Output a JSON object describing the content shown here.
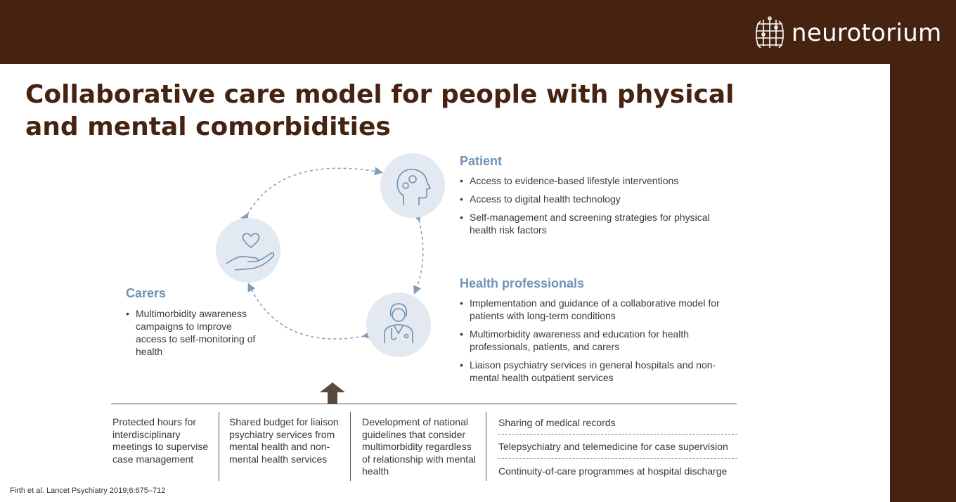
{
  "brand": {
    "name": "neurotorium"
  },
  "title": {
    "line1": "Collaborative care model for people with physical",
    "line2": "and mental comorbidities"
  },
  "diagram": {
    "icons": {
      "patient": "head-with-gears-icon",
      "carers": "heart-in-hand-icon",
      "health_professionals": "doctor-with-stethoscope-icon"
    },
    "colors": {
      "circle_fill": "#e3e9f0",
      "icon_stroke": "#6f8fb3",
      "arrow": "#7f9cbd"
    }
  },
  "patient": {
    "heading": "Patient",
    "items": [
      "Access to evidence-based lifestyle interventions",
      "Access to digital health technology",
      "Self-management and screening strategies for physical health risk factors"
    ]
  },
  "health_professionals": {
    "heading": "Health professionals",
    "items": [
      "Implementation and guidance of a collaborative model for patients with long-term conditions",
      "Multimorbidity awareness and education for health professionals, patients, and carers",
      "Liaison psychiatry services in general hospitals and non-mental health outpatient services"
    ]
  },
  "carers": {
    "heading": "Carers",
    "items": [
      "Multimorbidity awareness campaigns to improve access to self-monitoring of health"
    ]
  },
  "foundations": {
    "col1": "Protected hours for interdisciplinary meetings to supervise case management",
    "col2": "Shared budget for liaison psychiatry services from mental health and non-mental health services",
    "col3": "Development of national guidelines that consider multimorbidity regardless of relationship with mental health",
    "col4": [
      "Sharing of medical records",
      "Telepsychiatry and telemedicine for case supervision",
      "Continuity-of-care programmes at hospital discharge"
    ]
  },
  "citation": "Firth et al. Lancet Psychiatry 2019;6:675–712",
  "colors": {
    "brand_brown": "#452310",
    "heading_blue": "#7092b5"
  }
}
